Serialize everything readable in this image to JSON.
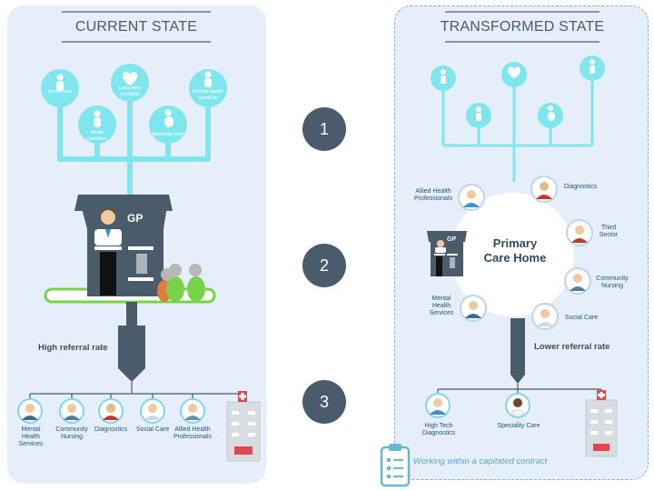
{
  "left": {
    "title": "CURRENT STATE",
    "needs": {
      "social_care": "Social care",
      "long_term": "Long term condition",
      "mental_health": "Mental Health condition",
      "acute": "Acute condition",
      "maternity": "Maternity care"
    },
    "gp": "GP",
    "referral": "High referral rate",
    "services": {
      "mental_health": "Mental Health Services",
      "community_nursing": "Community Nursing",
      "diagnostics": "Diagnostics",
      "social_care": "Social Care",
      "allied_health": "Allied Health Professionals"
    }
  },
  "right": {
    "title": "TRANSFORMED STATE",
    "hub": "Primary Care Home",
    "gp": "GP",
    "spokes": {
      "allied_health": "Allied Health Professionals",
      "diagnostics": "Diagnostics",
      "third_sector": "Third Sector",
      "community_nursing": "Community Nursing",
      "social_care": "Social Care",
      "mental_health": "Mental Health Services"
    },
    "referral": "Lower referral rate",
    "services": {
      "high_tech": "High Tech Diagnostics",
      "speciality": "Speciality Care"
    },
    "contract": "Working within a capitated contract"
  },
  "steps": [
    "1",
    "2",
    "3"
  ],
  "colors": {
    "panel": "#e6eef9",
    "teal": "#7fe6ee",
    "slate": "#4a5b6c",
    "green": "#77d44a",
    "building": "#d8dde2"
  }
}
